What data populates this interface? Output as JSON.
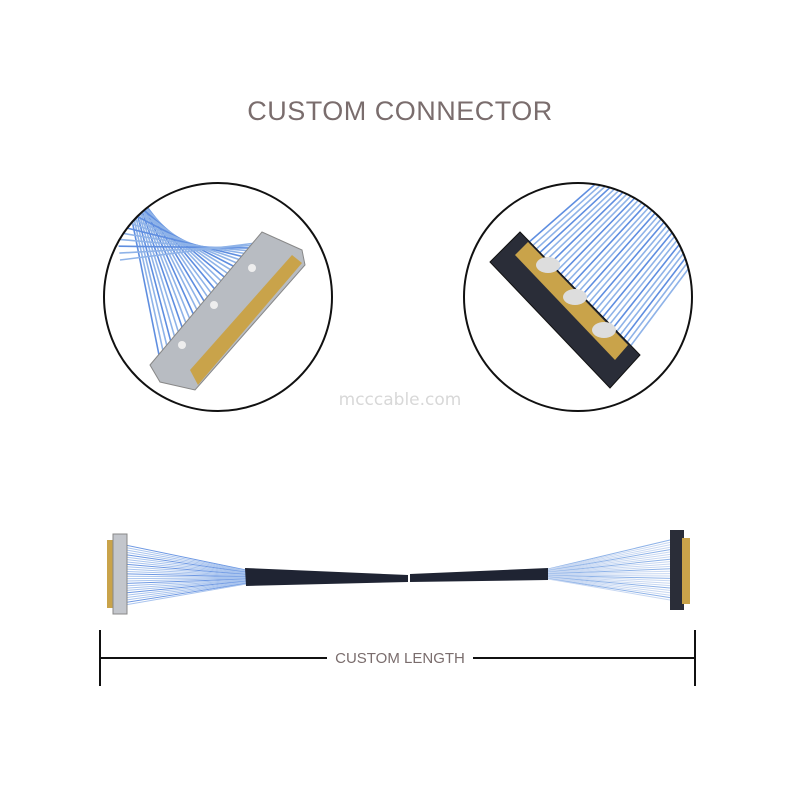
{
  "title": "CUSTOM CONNECTOR",
  "watermark": "mcccable.com",
  "dimension_label": "CUSTOM LENGTH",
  "colors": {
    "text": "#7a6d6d",
    "wire": "#8fb3e8",
    "sleeve": "#1f2433",
    "gold": "#c9a34a"
  }
}
